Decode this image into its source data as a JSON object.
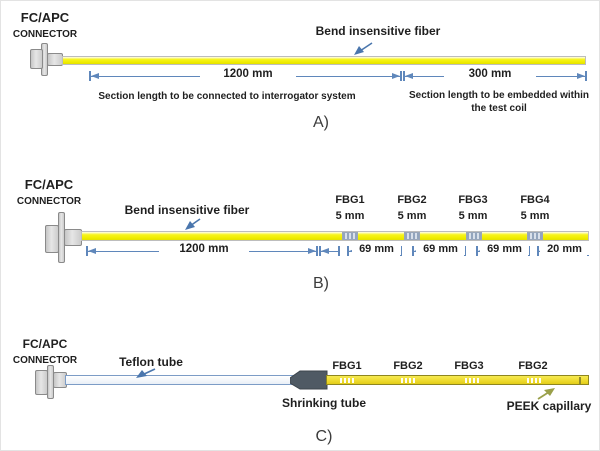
{
  "connector": {
    "title": "FC/APC",
    "subtitle": "CONNECTOR"
  },
  "sectionA": {
    "fiber_label": "Bend insensitive fiber",
    "dim_lead": "1200 mm",
    "dim_tail": "300 mm",
    "desc_lead": "Section length to be connected to interrogator system",
    "desc_tail_line1": "Section length to be embedded within",
    "desc_tail_line2": "the test coil",
    "caption": "A)"
  },
  "sectionB": {
    "fiber_label": "Bend insensitive fiber",
    "dim_lead": "1200 mm",
    "fbgs": [
      {
        "name": "FBG1",
        "size": "5 mm"
      },
      {
        "name": "FBG2",
        "size": "5 mm"
      },
      {
        "name": "FBG3",
        "size": "5 mm"
      },
      {
        "name": "FBG4",
        "size": "5 mm"
      }
    ],
    "spacings": [
      "69 mm",
      "69 mm",
      "69 mm",
      "20 mm"
    ],
    "caption": "B)"
  },
  "sectionC": {
    "teflon_label": "Teflon tube",
    "shrink_label": "Shrinking tube",
    "peek_label": "PEEK capillary",
    "fbgs": [
      "FBG1",
      "FBG2",
      "FBG3",
      "FBG2"
    ],
    "caption": "C)"
  },
  "colors": {
    "fiber-yellow": "#f2ef14",
    "dim-blue": "#5f87bb",
    "arrow-blue": "#4a76ad",
    "connector-fill": "#d8d8d8",
    "connector-border": "#8a8a8a",
    "fbg-fill": "#d9e0ea",
    "fbg-stripe": "#93a5bd",
    "teflon-border": "#7c9cc6",
    "shrink-fill": "#4f5a64",
    "peek-fill": "#eeda2e",
    "peek-border": "#8f861f",
    "olive-arrow": "#9aa04a",
    "text": "#1f1f1f",
    "caption": "#3c3c3c"
  }
}
